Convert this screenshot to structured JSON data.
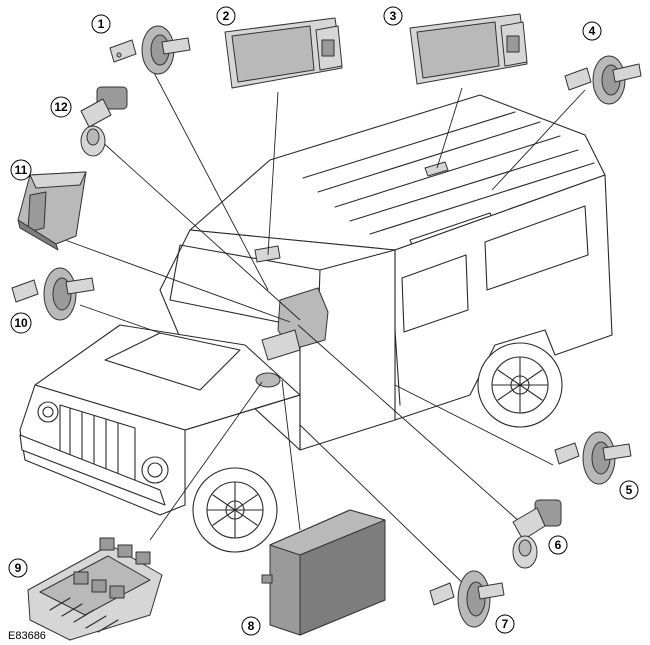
{
  "figure": {
    "reference_code": "E83686",
    "callouts": [
      "1",
      "2",
      "3",
      "4",
      "5",
      "6",
      "7",
      "8",
      "9",
      "10",
      "11",
      "12"
    ]
  }
}
